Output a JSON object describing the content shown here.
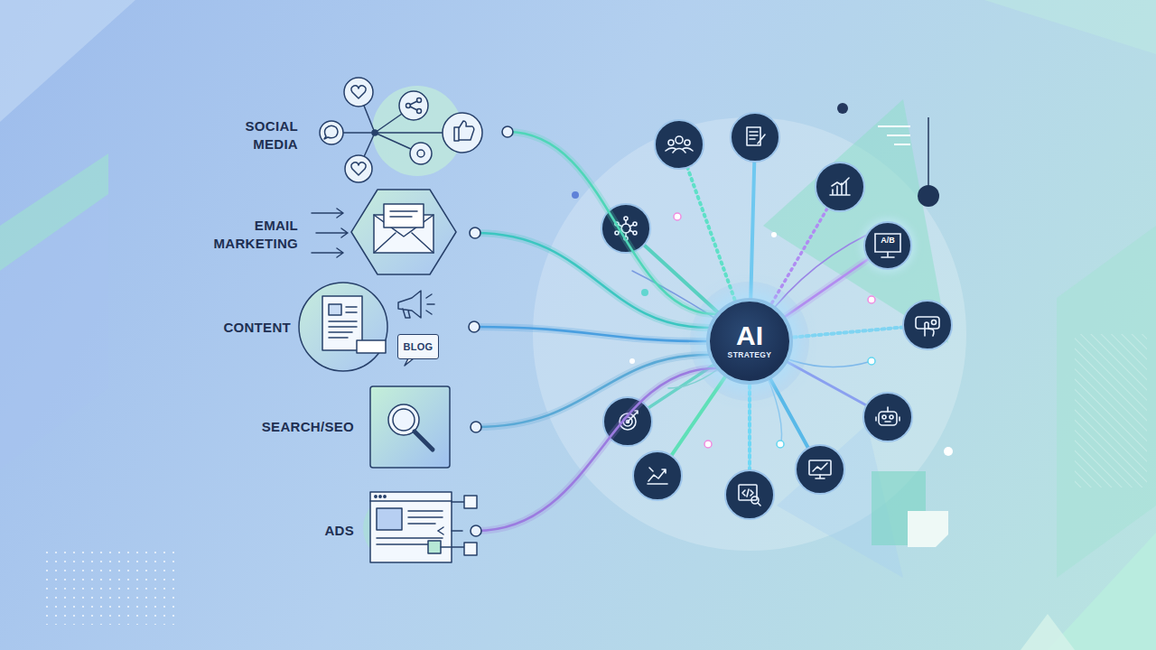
{
  "diagram": {
    "nodes": [
      {
        "text": [
          "SOCIAL MEDIA"
        ]
      },
      {
        "text": [
          "EMAIL MARKETING"
        ]
      },
      {
        "text": [
          "CONTENT"
        ]
      },
      {
        "text": [
          "BLOG"
        ],
        "in": 2
      },
      {
        "text": [
          "SEARCH/SEO"
        ]
      },
      {
        "text": [
          "ADS"
        ]
      },
      {
        "text": [
          "AI",
          "STRATEGY"
        ]
      },
      {
        "text": [
          "A/B"
        ]
      }
    ],
    "edges": [
      {
        "from": 0,
        "to": 6,
        "arrow": "none"
      },
      {
        "from": 1,
        "to": 6,
        "arrow": "none"
      },
      {
        "from": 2,
        "to": 6,
        "arrow": "none"
      },
      {
        "from": 4,
        "to": 6,
        "arrow": "none"
      },
      {
        "from": 5,
        "to": 6,
        "arrow": "none"
      },
      {
        "from": 6,
        "to": 7,
        "arrow": "none"
      }
    ]
  }
}
